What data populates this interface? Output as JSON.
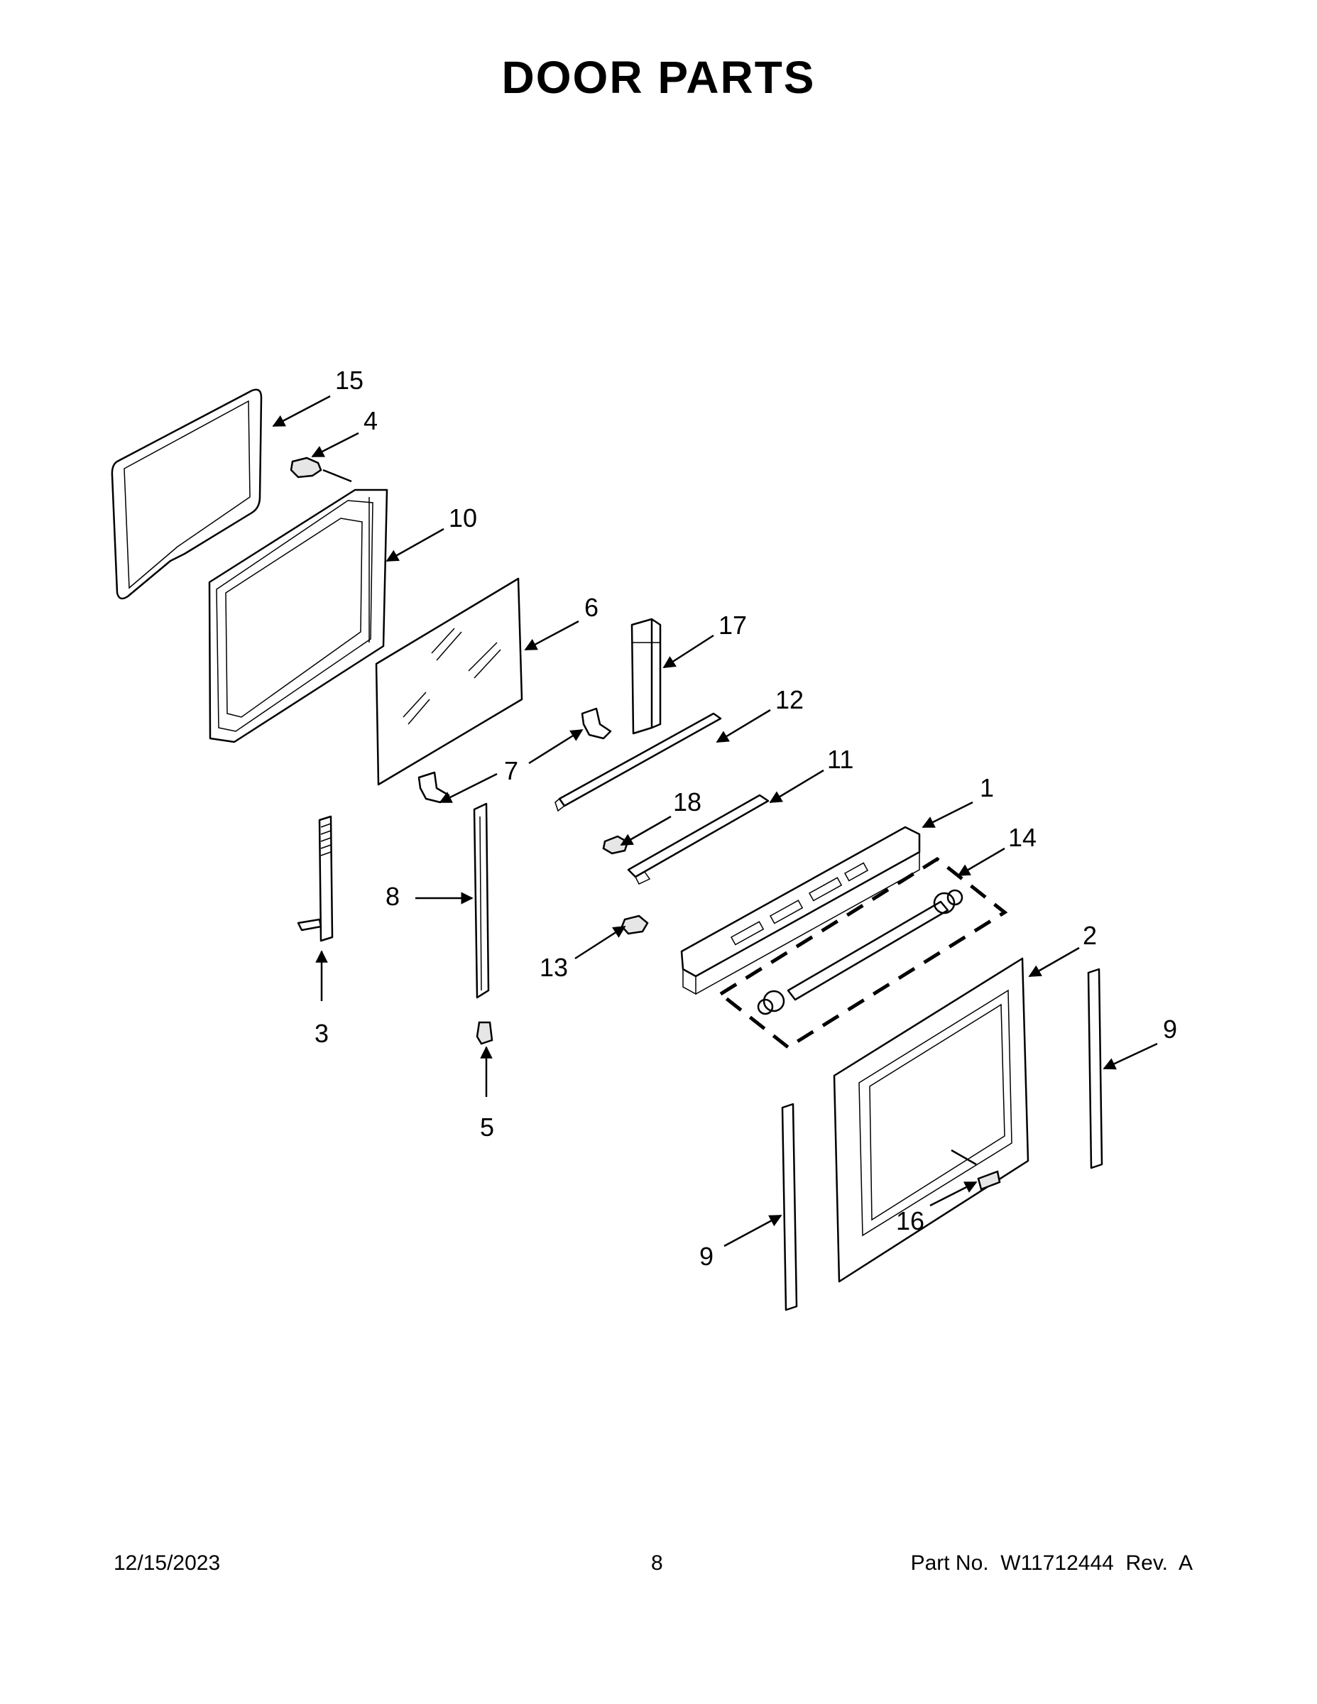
{
  "page": {
    "title": "DOOR PARTS",
    "footer": {
      "date": "12/15/2023",
      "page_number": "8",
      "part_number": "Part No.  W11712444  Rev.  A"
    }
  },
  "callouts": [
    "15",
    "4",
    "10",
    "6",
    "17",
    "12",
    "11",
    "7",
    "18",
    "1",
    "14",
    "8",
    "3",
    "13",
    "2",
    "9",
    "5",
    "16",
    "9"
  ]
}
